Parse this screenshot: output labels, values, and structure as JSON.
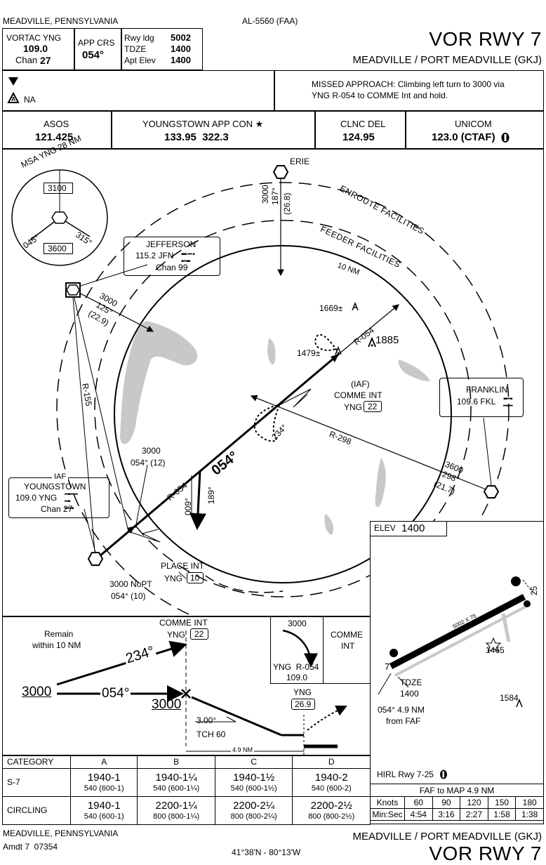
{
  "header": {
    "location": "MEADVILLE, PENNSYLVANIA",
    "chart_id": "AL-5560 (FAA)",
    "vortac_label": "VORTAC YNG",
    "vortac_freq": "109.0",
    "vortac_chan_label": "Chan",
    "vortac_chan": "27",
    "app_crs_label": "APP CRS",
    "app_crs": "054°",
    "rwy_ldg_label": "Rwy ldg",
    "rwy_ldg": "5002",
    "tdze_label": "TDZE",
    "tdze": "1400",
    "apt_elev_label": "Apt Elev",
    "apt_elev": "1400",
    "title": "VOR RWY 7",
    "airport": "MEADVILLE / PORT MEADVILLE (GKJ)",
    "takeoff_minima_note": "NA",
    "missed_approach": "MISSED APPROACH: Climbing left turn to 3000 via YNG R-054 to COMME Int and hold."
  },
  "comms": [
    {
      "name": "ASOS",
      "freq": "121.425"
    },
    {
      "name": "YOUNGSTOWN APP CON ★",
      "freq": "133.95  322.3"
    },
    {
      "name": "CLNC DEL",
      "freq": "124.95"
    },
    {
      "name": "UNICOM",
      "freq": "123.0 (CTAF)"
    }
  ],
  "plan": {
    "msa_label": "MSA YNG 28 NM",
    "msa_north": "3100",
    "msa_south": "3600",
    "msa_bearing_1": "045°",
    "msa_bearing_2": "315°",
    "erie": "ERIE",
    "erie_route_alt": "3000",
    "erie_route_crs": "187°",
    "erie_route_dist": "(26.8)",
    "enroute": "ENROUTE FACILITIES",
    "feeder": "FEEDER FACILITIES",
    "ring": "10 NM",
    "jefferson_name": "JEFFERSON",
    "jefferson_freq": "115.2 JFN",
    "jefferson_chan": "Chan 99",
    "jfn_route_alt": "3000",
    "jfn_route_crs": "125°",
    "jfn_route_dist": "(22.9)",
    "obs_1669": "1669±",
    "obs_1479": "1479±",
    "obs_1885": "1885",
    "r054_top": "R-054",
    "r155": "R-155",
    "r054_bottom": "R-054",
    "r298": "R-298",
    "iaf_comme_1": "(IAF)",
    "iaf_comme_2": "COMME INT",
    "iaf_comme_3": "YNG",
    "iaf_comme_dme": "22",
    "franklin_name": "FRANKLIN",
    "franklin_freq": "109.6 FKL",
    "fkl_route_alt": "3600",
    "fkl_route_crs": "298°",
    "fkl_route_dist": "(21.7)",
    "hold_234": "234°",
    "course_054": "054°",
    "yng_route_alt": "3000",
    "yng_route_crs": "054° (12)",
    "procturn_009": "009°",
    "procturn_189": "189°",
    "iaf_label": "IAF",
    "yng_name": "YOUNGSTOWN",
    "yng_freq": "109.0 YNG",
    "yng_chan": "Chan 27",
    "place_int": "PLACE INT",
    "place_yng": "YNG",
    "place_dme": "10",
    "nopt_1": "3000 NoPT",
    "nopt_2": "054° (10)"
  },
  "airport": {
    "elev_label": "ELEV",
    "elev": "1400",
    "rwy_dims": "5002 X 75",
    "rwy_7": "7",
    "rwy_25": "25",
    "obs_1465": "1465",
    "obs_1584": "1584",
    "tdze_label": "TDZE",
    "tdze": "1400",
    "faf_note_1": "054° 4.9 NM",
    "faf_note_2": "from FAF",
    "hirl": "HIRL Rwy 7-25"
  },
  "profile": {
    "remain_1": "Remain",
    "remain_2": "within 10 NM",
    "comme_1": "COMME INT",
    "comme_yng": "YNG",
    "comme_dme": "22",
    "hold_alt": "3000",
    "hold_yng": "YNG  R-054",
    "hold_freq": "109.0",
    "hold_comme_1": "COMME",
    "hold_comme_2": "INT",
    "crs_234": "234°",
    "crs_054": "054°",
    "alt_left": "3000",
    "alt_faf": "3000",
    "yng2": "YNG",
    "yng2_dme": "26.9",
    "gs": "3.00°",
    "tch": "TCH 60",
    "dist": "4.9 NM"
  },
  "minimums": {
    "header": [
      "CATEGORY",
      "A",
      "B",
      "C",
      "D"
    ],
    "rows": [
      {
        "label": "S-7",
        "mda": [
          "1940-1",
          "1940-1¼",
          "1940-1½",
          "1940-2"
        ],
        "hat": [
          "540 (600-1)",
          "540 (600-1¼)",
          "540 (600-1½)",
          "540 (600-2)"
        ]
      },
      {
        "label": "CIRCLING",
        "mda": [
          "1940-1",
          "2200-1¼",
          "2200-2¼",
          "2200-2½"
        ],
        "hat": [
          "540 (600-1)",
          "800 (800-1¼)",
          "800 (800-2¼)",
          "800 (800-2½)"
        ]
      }
    ]
  },
  "timing": {
    "title": "FAF to MAP  4.9 NM",
    "knots_label": "Knots",
    "knots": [
      "60",
      "90",
      "120",
      "150",
      "180"
    ],
    "minsec_label": "Min:Sec",
    "times": [
      "4:54",
      "3:16",
      "2:27",
      "1:58",
      "1:38"
    ]
  },
  "footer": {
    "location": "MEADVILLE, PENNSYLVANIA",
    "amdt": "Amdt 7  07354",
    "coords": "41°38'N - 80°13'W",
    "airport": "MEADVILLE / PORT MEADVILLE (GKJ)",
    "title": "VOR RWY 7"
  }
}
